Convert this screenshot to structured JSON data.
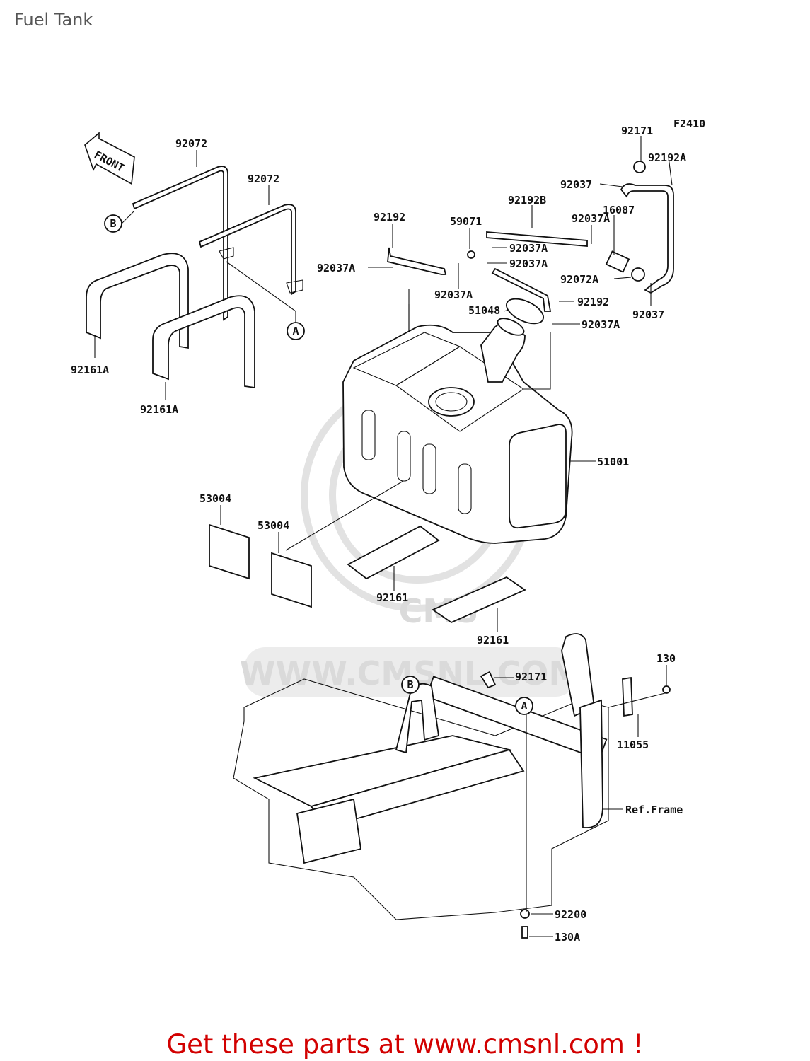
{
  "page": {
    "title": "Fuel Tank",
    "code": "F2410",
    "front_arrow": "FRONT",
    "footer": "Get these parts at www.cmsnl.com !"
  },
  "watermark": {
    "brand": "CMS",
    "url": "WWW.CMSNL.COM"
  },
  "callouts": {
    "ref_a": "A",
    "ref_b": "B"
  },
  "parts": {
    "p92072_1": "92072",
    "p92072_2": "92072",
    "p92161A_1": "92161A",
    "p92161A_2": "92161A",
    "p92171_top": "92171",
    "p92192A": "92192A",
    "p92037_top": "92037",
    "p92192B": "92192B",
    "p92192_left": "92192",
    "p59071": "59071",
    "p92037A_r1": "92037A",
    "p16087": "16087",
    "p92037A_c1": "92037A",
    "p92037A_c2": "92037A",
    "p92037A_left": "92037A",
    "p92037A_mid": "92037A",
    "p92072A": "92072A",
    "p92192_right": "92192",
    "p51048": "51048",
    "p92037A_low": "92037A",
    "p92037_bottom": "92037",
    "p51001": "51001",
    "p53004_1": "53004",
    "p53004_2": "53004",
    "p92161_1": "92161",
    "p92161_2": "92161",
    "p130": "130",
    "p92171_low": "92171",
    "p11055": "11055",
    "ref_frame": "Ref.Frame",
    "p92200": "92200",
    "p130A": "130A"
  },
  "colors": {
    "footer": "#d20000",
    "title": "#555555",
    "watermark": "#dadada"
  }
}
